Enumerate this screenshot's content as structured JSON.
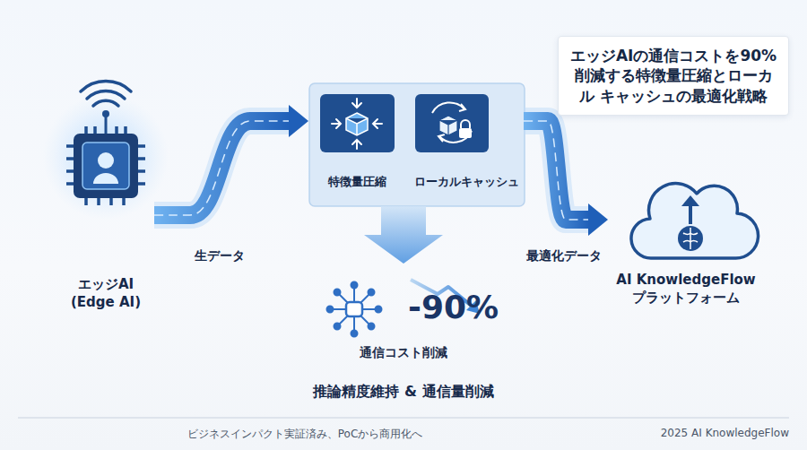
{
  "diagram": {
    "title": "エッジAIの通信コストを90% 削減する特徴量圧縮とローカル キャッシュの最適化戦略",
    "caption": "ビジネスインパクト実証済み、PoCから商用化へ",
    "nodes": [
      {
        "text": [
          "エッジAI (Edge AI)"
        ]
      },
      {
        "text": [
          "特徴量圧縮"
        ]
      },
      {
        "text": [
          "ローカルキャッシュ"
        ]
      },
      {
        "text": [
          "AI KnowledgeFlow プラットフォーム"
        ]
      }
    ],
    "edges": [
      {
        "from": 0,
        "to": 1,
        "label": "生データ",
        "arrow": "to"
      },
      {
        "from": 2,
        "to": 3,
        "label": "最適化データ",
        "arrow": "to"
      }
    ],
    "labels": [
      "-90%",
      "通信コスト削減",
      "推論精度維持 & 通信量削減",
      "2025 AI KnowledgeFlow"
    ]
  }
}
